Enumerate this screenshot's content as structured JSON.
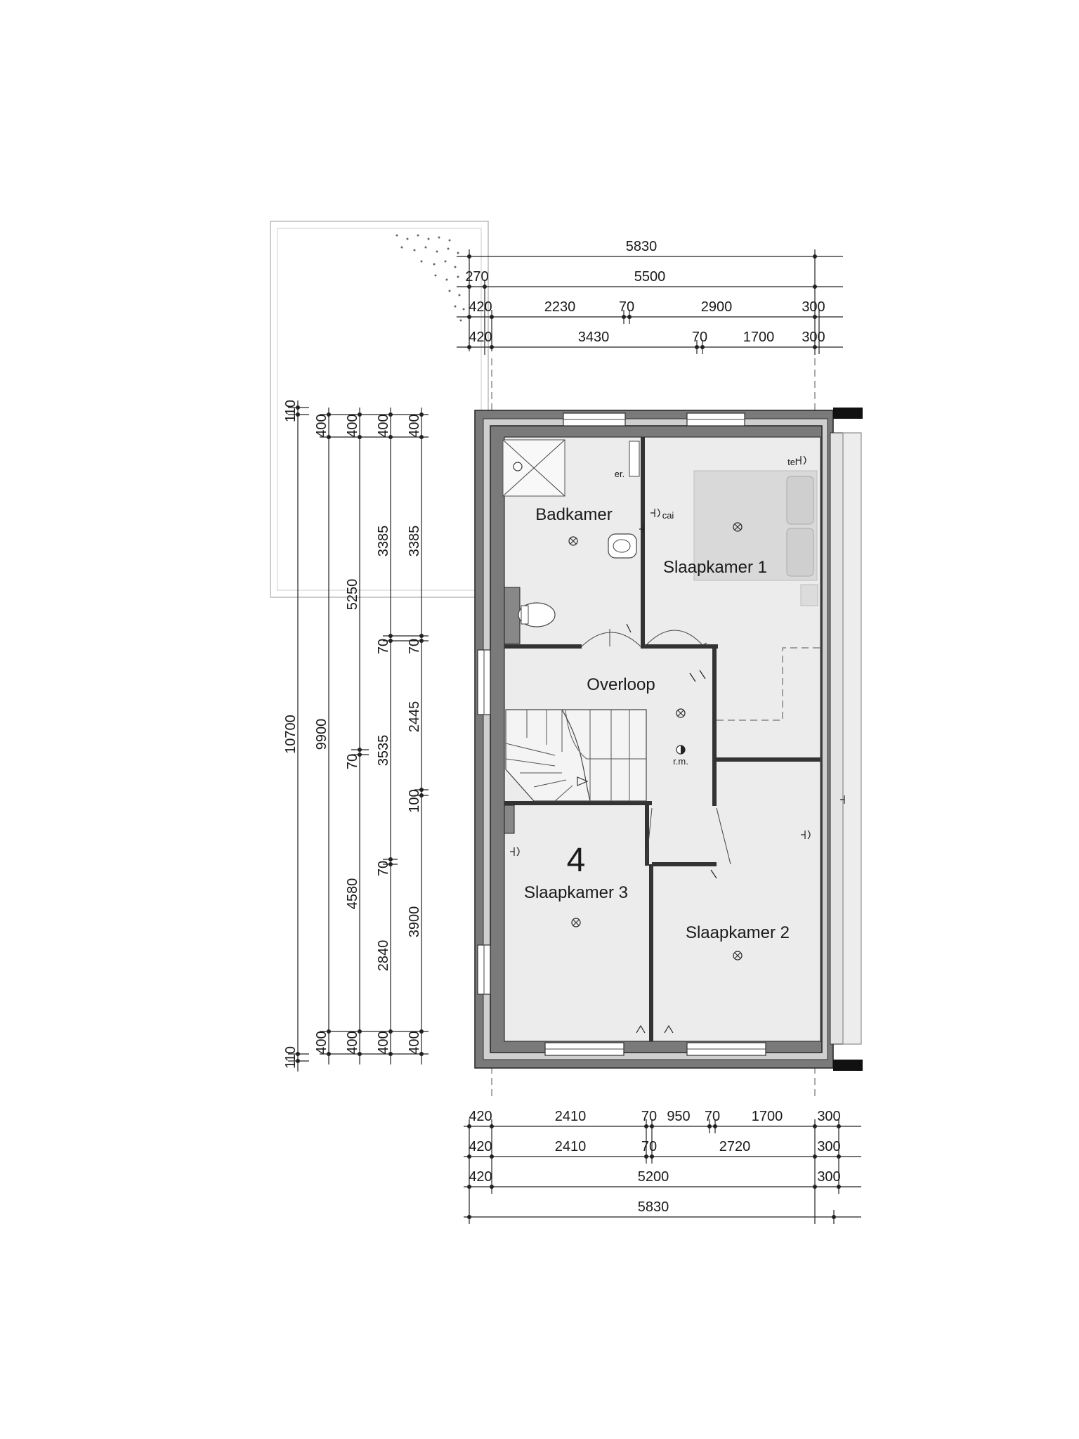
{
  "plan": {
    "unit_number": "4",
    "rooms": {
      "badkamer": "Badkamer",
      "slaapkamer1": "Slaapkamer 1",
      "overloop": "Overloop",
      "slaapkamer3": "Slaapkamer 3",
      "slaapkamer2": "Slaapkamer 2"
    },
    "symbol_labels": {
      "er": "er.",
      "cai": "cai",
      "tel": "tel",
      "rm": "r.m."
    },
    "top_dims": {
      "row1": [
        "5830"
      ],
      "row2": [
        "270",
        "5500"
      ],
      "row3": [
        "420",
        "2230",
        "70",
        "2900",
        "300"
      ],
      "row4": [
        "420",
        "3430",
        "70",
        "1700",
        "300"
      ]
    },
    "bottom_dims": {
      "row1": [
        "420",
        "2410",
        "70",
        "950",
        "70",
        "1700",
        "300"
      ],
      "row2": [
        "420",
        "2410",
        "70",
        "2720",
        "300"
      ],
      "row3": [
        "420",
        "5200",
        "300"
      ],
      "row4": [
        "5830"
      ]
    },
    "left_dims": {
      "col1": [
        "110",
        "10700",
        "110"
      ],
      "col2": [
        "400",
        "9900",
        "400"
      ],
      "col3": [
        "400",
        "5250",
        "70",
        "4580",
        "400"
      ],
      "col4": [
        "400",
        "3385",
        "70",
        "3535",
        "70",
        "2840",
        "400"
      ],
      "col5": [
        "400",
        "3385",
        "70",
        "2445",
        "100",
        "3900",
        "400"
      ]
    }
  }
}
